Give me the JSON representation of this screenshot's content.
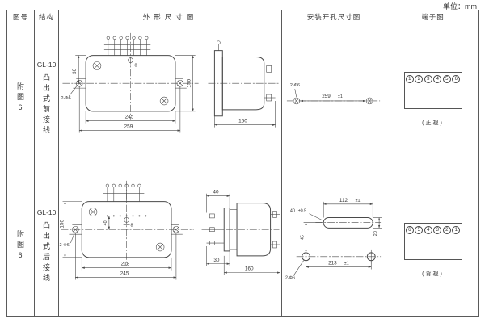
{
  "unit_label": "单位：mm",
  "headers": {
    "fig_no": "图号",
    "structure": "结构",
    "outline": "外形尺寸图",
    "install": "安装开孔尺寸图",
    "terminal": "端子图"
  },
  "rows": [
    {
      "fig_no": "附图6",
      "model": "GL-10",
      "structure": "凸出式前接线",
      "outline": {
        "top_dim": "30",
        "screw_dim": "8",
        "width_inner": "245",
        "width_outer": "259",
        "height": "150",
        "holes": "2-Φ6",
        "depth": "160"
      },
      "install": {
        "spacing": "259",
        "tol": "±1",
        "holes": "2-Φ6"
      },
      "terminal": {
        "numbers": [
          "1",
          "2",
          "3",
          "4",
          "5",
          "6"
        ],
        "view": "(正视)"
      }
    },
    {
      "fig_no": "附图6",
      "model": "GL-10",
      "structure": "凸出式后接线",
      "outline": {
        "height": "150",
        "center_v": "40",
        "screw_dim": "8",
        "width_inner": "218",
        "width_outer": "245",
        "holes": "2-Φ6",
        "stud_len": "40",
        "stud_offset": "30",
        "depth": "160"
      },
      "install": {
        "slot_width": "112",
        "slot_tol": "±1",
        "offset": "40",
        "offset_tol": "±0.5",
        "left_dim": "45",
        "slot_height": "20",
        "spacing": "213",
        "tol": "±1",
        "holes": "2-Φ6"
      },
      "terminal": {
        "numbers": [
          "6",
          "5",
          "4",
          "3",
          "2",
          "1"
        ],
        "view": "(背视)"
      }
    }
  ]
}
